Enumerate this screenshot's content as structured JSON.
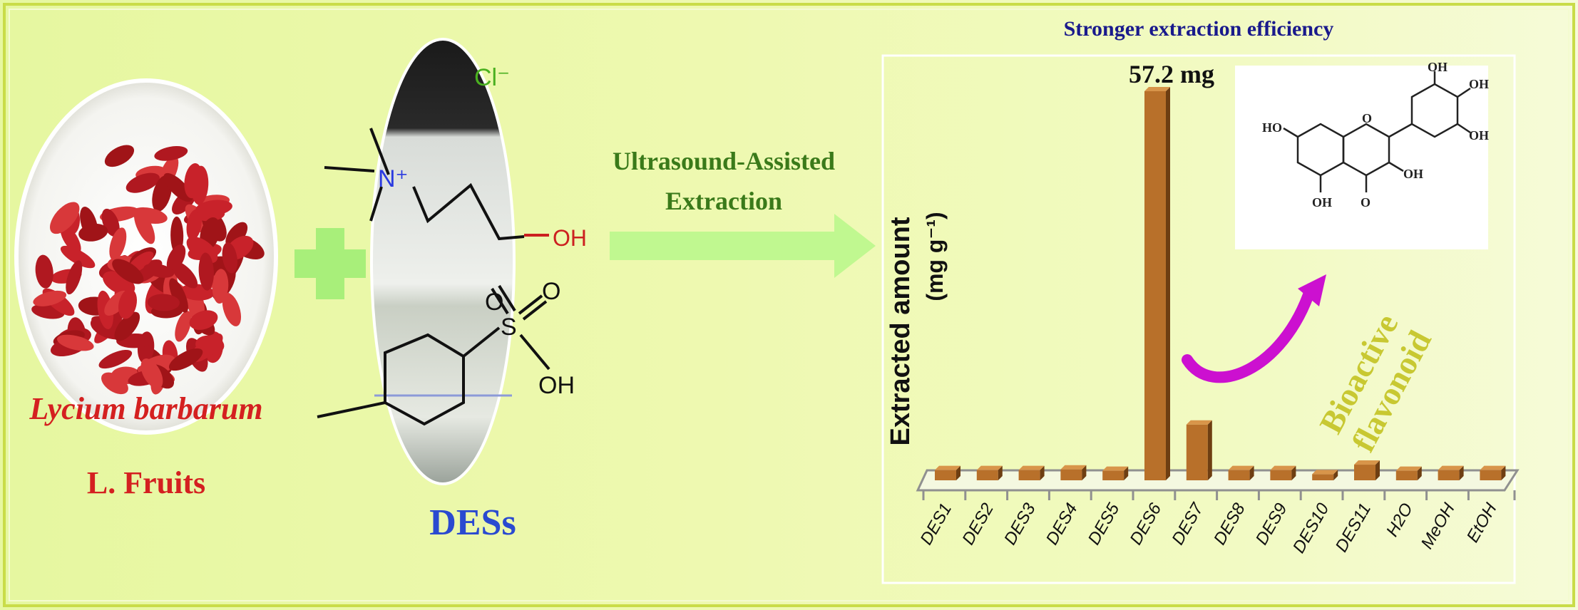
{
  "title": "Stronger extraction efficiency",
  "fruit": {
    "name_italic": "Lycium barbarum",
    "name_rest": "L. Fruits"
  },
  "solvent": {
    "label": "DESs",
    "chloride": "Cl⁻",
    "nitrogen": "N⁺",
    "oh1": "OH",
    "oh2": "OH",
    "o1": "O",
    "o2": "O",
    "s": "S"
  },
  "process": {
    "line1": "Ultrasound-Assisted",
    "line2": "Extraction"
  },
  "annotation": {
    "line1": "Bioactive",
    "line2": "flavonoid",
    "peak_label": "57.2 mg"
  },
  "molecule": {
    "labels": [
      "OH",
      "OH",
      "OH",
      "HO",
      "OH",
      "OH",
      "O",
      "O"
    ]
  },
  "colors": {
    "bar": "#b8702a",
    "title": "#1a1a8c",
    "fruit_text": "#d42020",
    "process_text": "#3a7a1a",
    "des_text": "#2a4ad0",
    "arrow": "#c0f890",
    "curve": "#cc10d0",
    "flavonoid": "#c8c832"
  },
  "chart_data": {
    "type": "bar",
    "title": "Stronger extraction efficiency",
    "xlabel": "",
    "ylabel": "Extracted amount",
    "ylabel_unit": "(mg g⁻¹)",
    "categories": [
      "DES1",
      "DES2",
      "DES3",
      "DES4",
      "DES5",
      "DES6",
      "DES7",
      "DES8",
      "DES9",
      "DES10",
      "DES11",
      "H2O",
      "MeOH",
      "EtOH"
    ],
    "values": [
      1.5,
      1.5,
      1.5,
      1.6,
      1.4,
      57.2,
      8.2,
      1.5,
      1.5,
      0.9,
      2.3,
      1.4,
      1.5,
      1.5
    ],
    "data_labels": {
      "DES6": "57.2 mg"
    },
    "ylim": [
      0,
      57.2
    ],
    "grid": false
  }
}
